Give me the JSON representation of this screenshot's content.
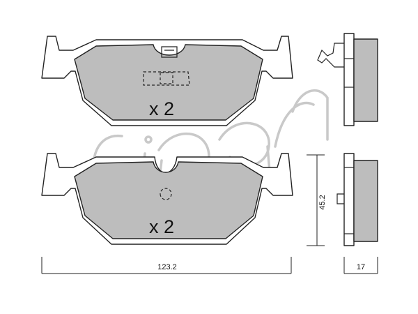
{
  "top_pad": {
    "quantity": "x 2"
  },
  "bottom_pad": {
    "quantity": "x 2"
  },
  "dimensions": {
    "width": "123.2",
    "height": "45.2",
    "thickness": "17"
  },
  "colors": {
    "friction_material": "#bdbdbd",
    "outline": "#222222",
    "watermark": "#c9c9c9"
  }
}
